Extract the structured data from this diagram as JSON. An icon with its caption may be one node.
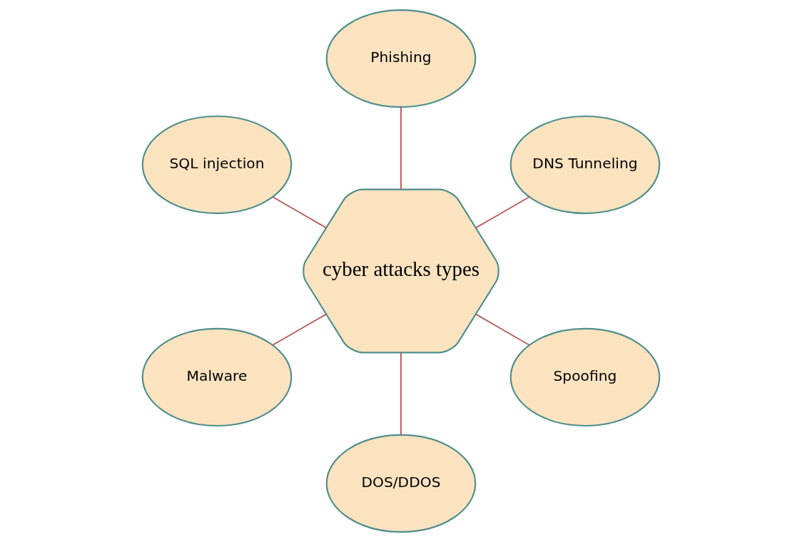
{
  "diagram": {
    "nodes": [
      {
        "text": [
          "cyber attacks types"
        ]
      },
      {
        "text": [
          "DNS Tunneling"
        ]
      },
      {
        "text": [
          "Phishing"
        ]
      },
      {
        "text": [
          "SQL injection"
        ]
      },
      {
        "text": [
          "Malware"
        ]
      },
      {
        "text": [
          "DOS/DDOS"
        ]
      },
      {
        "text": [
          "Spoofing"
        ]
      }
    ],
    "edges": [
      {
        "from": 0,
        "to": 1,
        "arrow": "none"
      },
      {
        "from": 0,
        "to": 2,
        "arrow": "none"
      },
      {
        "from": 0,
        "to": 4,
        "arrow": "none"
      },
      {
        "from": 0,
        "to": 6,
        "arrow": "none"
      },
      {
        "from": 0,
        "to": 5,
        "arrow": "none"
      },
      {
        "from": 0,
        "to": 3,
        "arrow": "none"
      }
    ]
  }
}
